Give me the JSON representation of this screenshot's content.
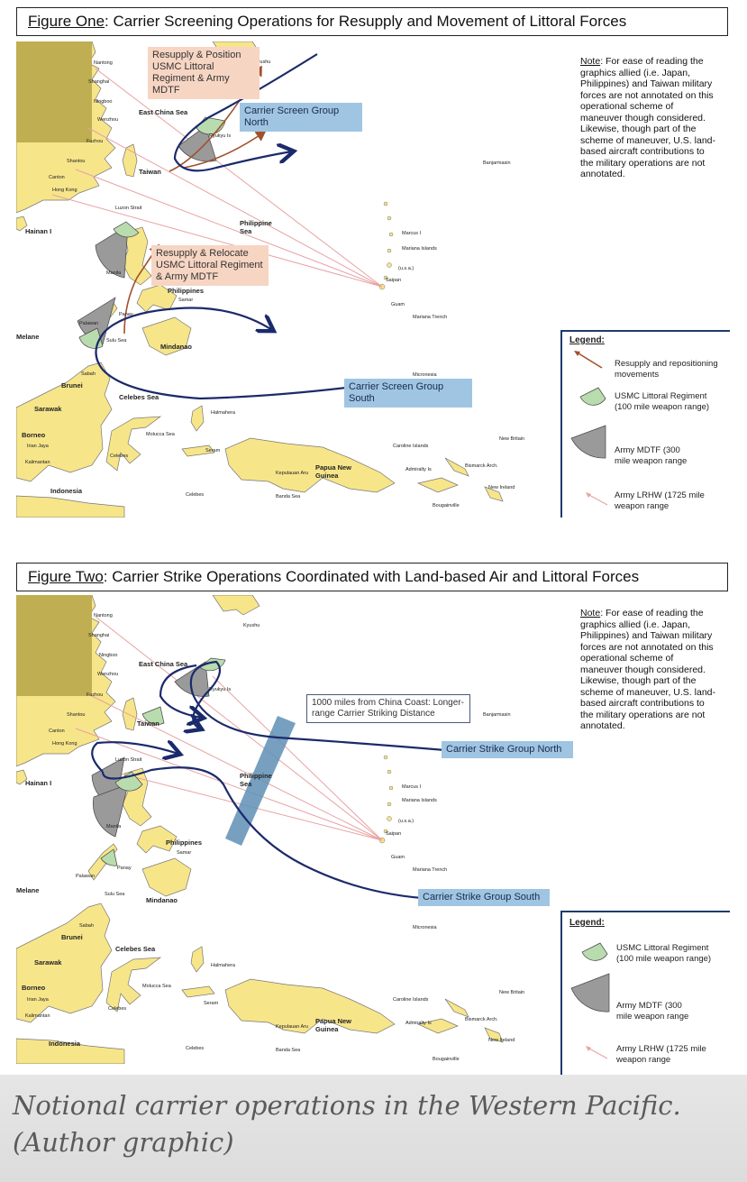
{
  "figure_one": {
    "title_label": "Figure One",
    "title_rest": ": Carrier Screening Operations for Resupply and Movement of Littoral Forces",
    "note_label": "Note",
    "note_text": ": For ease of reading the graphics allied (i.e. Japan, Philippines) and Taiwan military forces are not annotated on this operational scheme of maneuver though considered. Likewise, though part of the scheme of maneuver, U.S. land-based aircraft contributions to the military operations are not annotated.",
    "callouts": {
      "resupply_north": "Resupply & Position USMC Littoral Regiment & Army MDTF",
      "resupply_south": "Resupply & Relocate USMC Littoral Regiment & Army MDTF",
      "group_north": "Carrier Screen Group North",
      "group_south": "Carrier Screen Group South"
    },
    "legend": {
      "heading": "Legend:",
      "items": [
        "Resupply and repositioning movements",
        "USMC Littoral Regiment (100 mile weapon range)",
        "Army MDTF (300 mile weapon range",
        "Army LRHW (1725 mile weapon range"
      ]
    }
  },
  "figure_two": {
    "title_label": "Figure Two",
    "title_rest": ": Carrier Strike Operations Coordinated with Land-based Air and Littoral Forces",
    "note_label": "Note",
    "note_text": ": For ease of reading the graphics allied (i.e. Japan, Philippines) and Taiwan military forces are not annotated on this operational scheme of maneuver though considered. Likewise, though part of the scheme of maneuver, U.S. land-based aircraft contributions to the military operations are not annotated.",
    "callouts": {
      "distance": "1000 miles from China Coast: Longer-range Carrier Striking Distance",
      "group_north": "Carrier Strike Group North",
      "group_south": "Carrier Strike Group South"
    },
    "legend": {
      "heading": "Legend:",
      "items": [
        "USMC Littoral Regiment (100 mile weapon range)",
        "Army MDTF (300 mile weapon range",
        "Army LRHW (1725 mile weapon range"
      ]
    }
  },
  "places": {
    "major": [
      "East China Sea",
      "Taiwan",
      "Philippine Sea",
      "Hainan I",
      "Philippines",
      "Mindanao",
      "Brunei",
      "Sarawak",
      "Borneo",
      "Indonesia",
      "Celebes Sea",
      "Papua New Guinea"
    ],
    "minor": [
      "Nantong",
      "Shanghai",
      "Ningboo",
      "Wenzhou",
      "Fuzhou",
      "Shantou",
      "Canton",
      "Hong Kong",
      "Kyushu",
      "Ryukyu Is",
      "Luzon Strait",
      "Luzon",
      "Manila",
      "Samar",
      "Panay",
      "Palawan",
      "Sulu Sea",
      "Sabah",
      "Halmahera",
      "Molucca Sea",
      "Seram",
      "Celebes",
      "Banda Sea",
      "Kepulauan Aru",
      "Irian Jaya",
      "Kalimantan",
      "Banjarmasin",
      "Marcus I",
      "Mariana Islands",
      "(u.s.a.)",
      "Saipan",
      "Guam",
      "Mariana Trench",
      "Micronesia",
      "Caroline Islands",
      "Admiralty Is",
      "Bismarck Arch.",
      "New Ireland",
      "Bougainville",
      "New Britain",
      "Melane",
      "a Sea"
    ]
  },
  "colors": {
    "land": "#f7e58a",
    "land_mainland": "#bfae52",
    "ocean": "#ffffff",
    "carrier_track": "#1b2a6b",
    "resupply_arrow": "#a0522d",
    "lrhw_line": "#e8a2a2",
    "littoral_regiment": "#b9dcae",
    "mdtf": "#9a9a9a",
    "callout_blue": "#9fc5e3",
    "callout_orange": "#f7d5c3",
    "strike_band": "#5f8fb5"
  },
  "caption": "Notional carrier operations in the Western Pacific. (Author graphic)"
}
